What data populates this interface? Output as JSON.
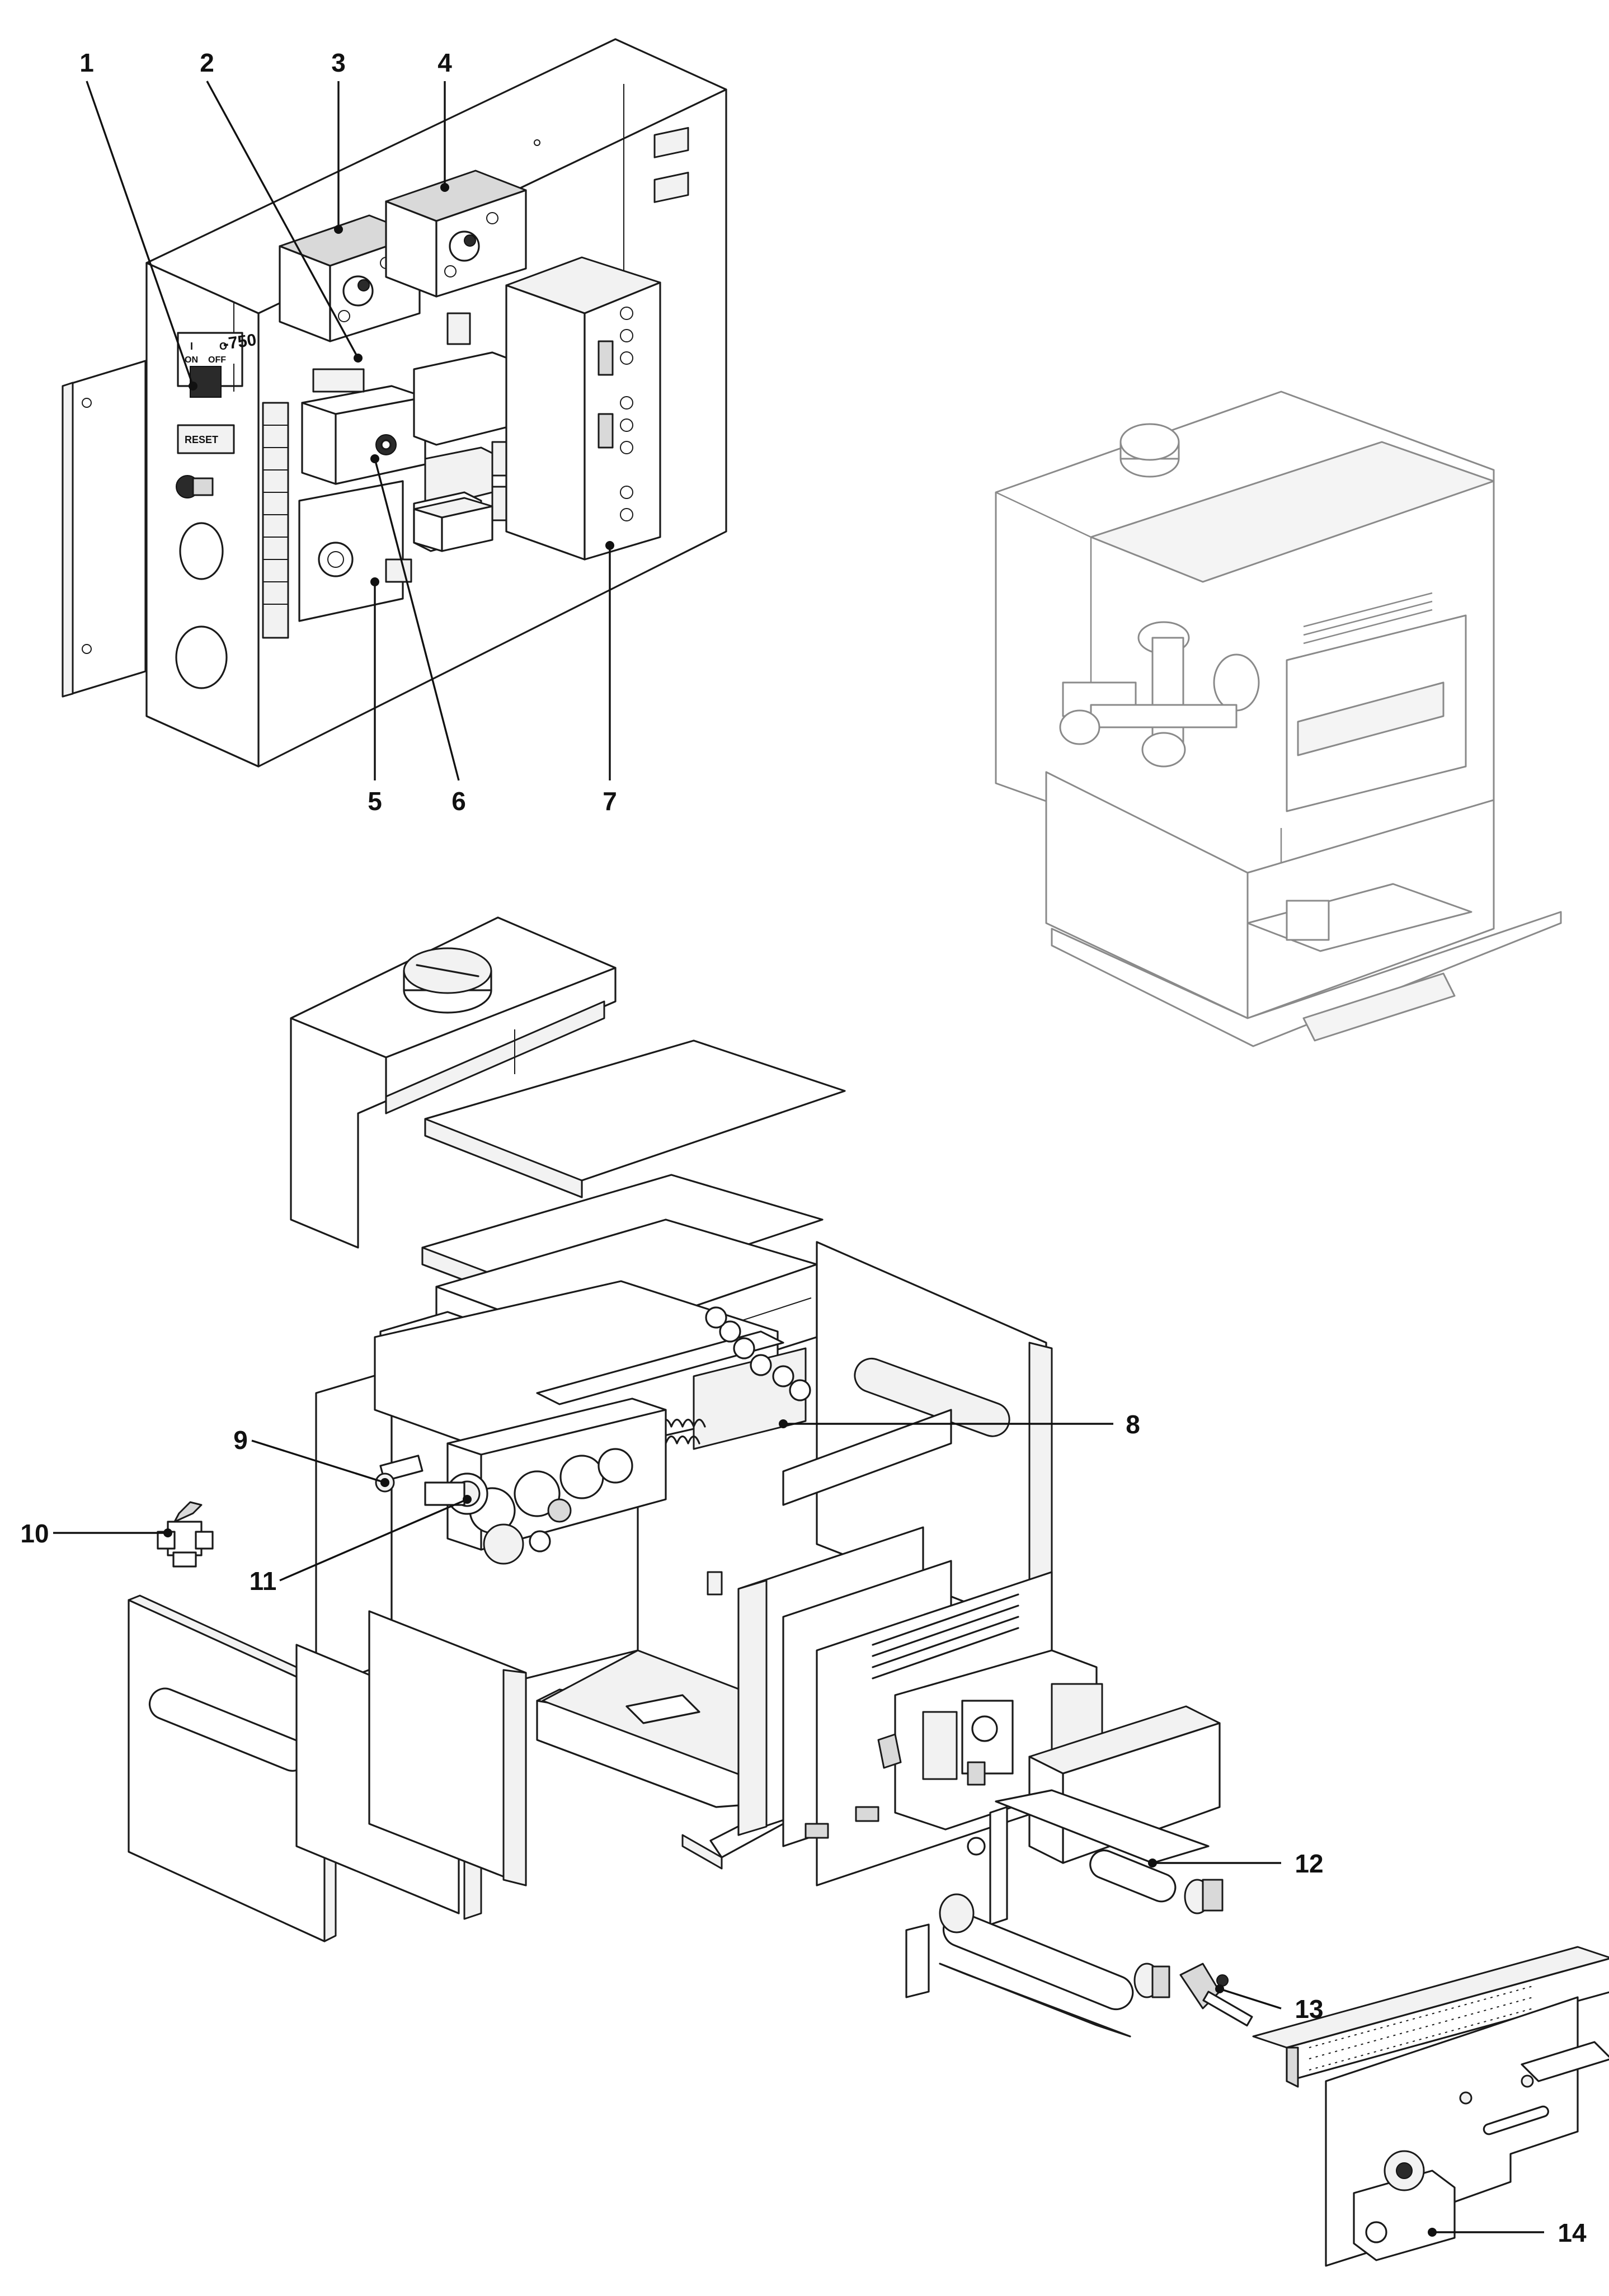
{
  "diagram": {
    "colors": {
      "ink": "#111111",
      "ghost": "#8a8a8a",
      "paper": "#ffffff"
    },
    "control_panel": {
      "switch_text": [
        "I",
        "ON",
        "OFF",
        "O"
      ],
      "reset_text": "RESET",
      "dimension_text": "-750"
    },
    "callouts": [
      {
        "id": "1",
        "label": "1"
      },
      {
        "id": "2",
        "label": "2"
      },
      {
        "id": "3",
        "label": "3"
      },
      {
        "id": "4",
        "label": "4"
      },
      {
        "id": "5",
        "label": "5"
      },
      {
        "id": "6",
        "label": "6"
      },
      {
        "id": "7",
        "label": "7"
      },
      {
        "id": "8",
        "label": "8"
      },
      {
        "id": "9",
        "label": "9"
      },
      {
        "id": "10",
        "label": "10"
      },
      {
        "id": "11",
        "label": "11"
      },
      {
        "id": "12",
        "label": "12"
      },
      {
        "id": "13",
        "label": "13"
      },
      {
        "id": "14",
        "label": "14"
      }
    ]
  }
}
